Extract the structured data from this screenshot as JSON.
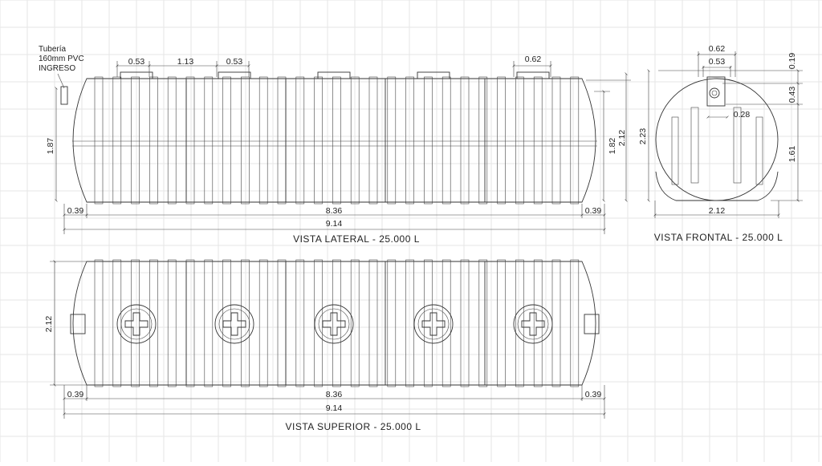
{
  "drawing": {
    "note": [
      "Tubería",
      "160mm PVC",
      "INGRESO"
    ],
    "lateral": {
      "title": "VISTA LATERAL - 25.000 L",
      "top_dims": [
        "0.53",
        "1.13",
        "0.53",
        "0.62"
      ],
      "left_height": "1.87",
      "right_height_inner": "1.82",
      "right_height_outer": "2.12",
      "bottom_left": "0.39",
      "bottom_middle": "8.36",
      "bottom_right": "0.39",
      "total_length": "9.14"
    },
    "frontal": {
      "title": "VISTA FRONTAL - 25.000 L",
      "top_outer": "0.62",
      "top_inner": "0.53",
      "inner_offset": "0.28",
      "right_top": "0.19",
      "right_mid": "0.43",
      "right_low": "1.61",
      "left_height": "2.23",
      "width": "2.12"
    },
    "superior": {
      "title": "VISTA SUPERIOR - 25.000 L",
      "left_height": "2.12",
      "bottom_left": "0.39",
      "bottom_middle": "8.36",
      "bottom_right": "0.39",
      "total_length": "9.14"
    }
  }
}
